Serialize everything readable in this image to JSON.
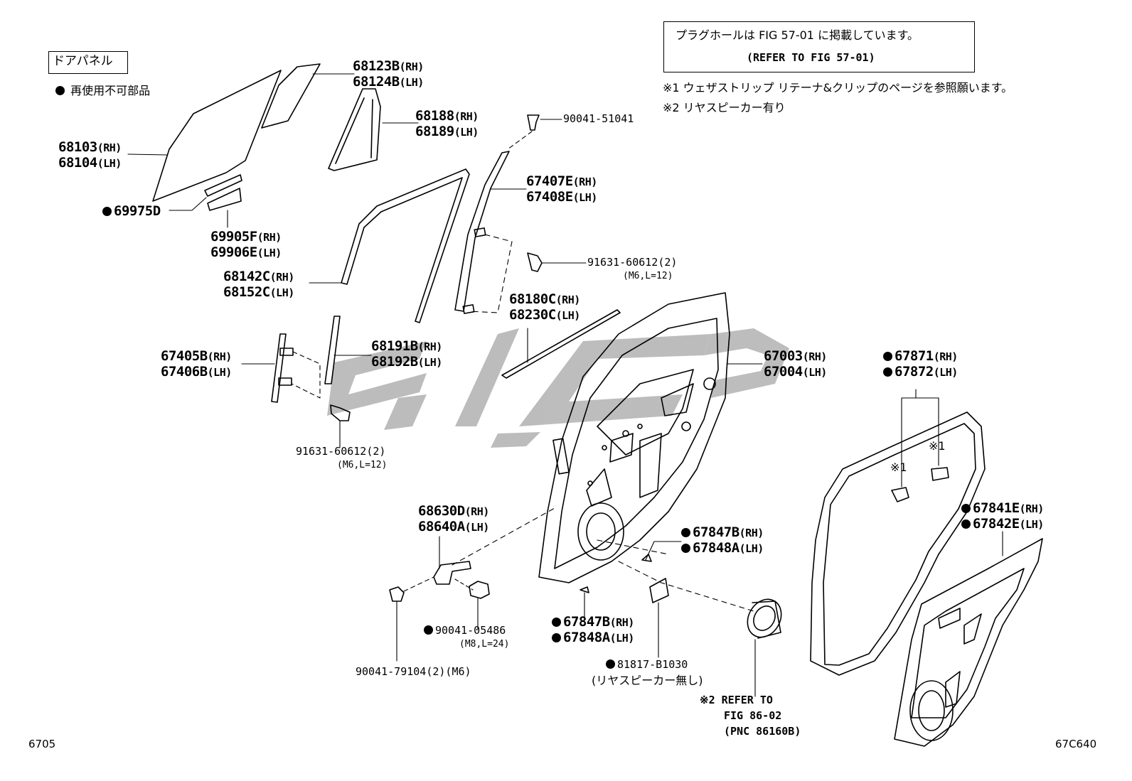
{
  "legend": {
    "title": "ドアパネル",
    "nonreusable": "再使用不可部品"
  },
  "note_box": {
    "line1": "プラグホールは FIG 57-01 に掲載しています。",
    "line2": "(REFER TO FIG 57-01)"
  },
  "notes": {
    "n1": "※1 ウェザストリップ リテーナ&クリップのページを参照願います。",
    "n2": "※2 リヤスピーカー有り"
  },
  "parts": {
    "p68123B": "68123B",
    "p68124B": "68124B",
    "p68188": "68188",
    "p68189": "68189",
    "p90041_51041": "90041-51041",
    "p68103": "68103",
    "p68104": "68104",
    "p67407E": "67407E",
    "p67408E": "67408E",
    "p69975D": "69975D",
    "p69905F": "69905F",
    "p69906E": "69906E",
    "p91631_a": "91631-60612(2)",
    "p91631_a_spec": "(M6,L=12)",
    "p68142C": "68142C",
    "p68152C": "68152C",
    "p68180C": "68180C",
    "p68230C": "68230C",
    "p68191B": "68191B",
    "p68192B": "68192B",
    "p67405B": "67405B",
    "p67406B": "67406B",
    "p67003": "67003",
    "p67004": "67004",
    "p67871": "67871",
    "p67872": "67872",
    "p91631_b": "91631-60612(2)",
    "p91631_b_spec": "(M6,L=12)",
    "p68630D": "68630D",
    "p68640A": "68640A",
    "p67847B_a": "67847B",
    "p67848A_a": "67848A",
    "p67841E": "67841E",
    "p67842E": "67842E",
    "p90041_05486": "90041-05486",
    "p90041_05486_spec": "(M8,L=24)",
    "p67847B_b": "67847B",
    "p67848A_b": "67848A",
    "p81817": "81817-B1030",
    "p81817_note": "(リヤスピーカー無し)",
    "p90041_79104": "90041-79104(2)(M6)",
    "ref_line1": "※2 REFER TO",
    "ref_line2": "FIG 86-02",
    "ref_line3": "(PNC 86160B)"
  },
  "side": {
    "rh": "(RH)",
    "lh": "(LH)"
  },
  "marks": {
    "m1": "※1"
  },
  "footer": {
    "left": "6705",
    "right": "67C640"
  },
  "colors": {
    "line": "#000000",
    "watermark": "#b9b9b9"
  }
}
